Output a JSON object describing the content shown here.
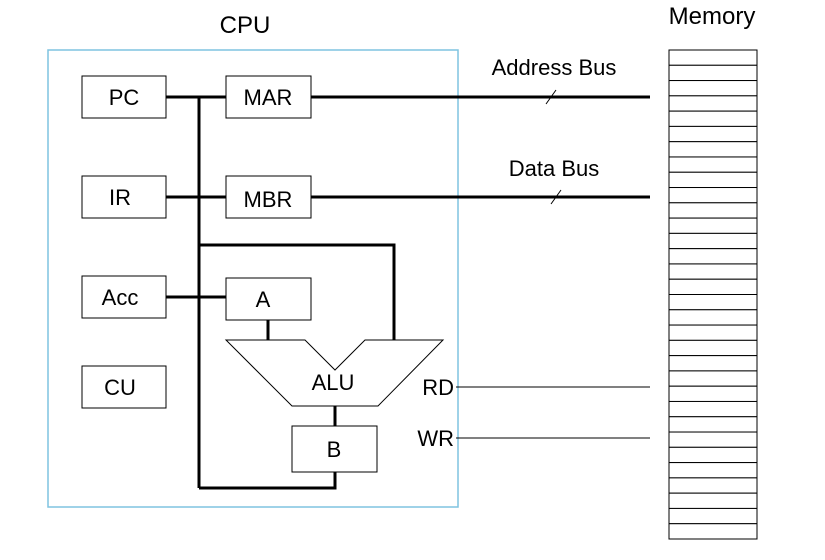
{
  "cpu_label": "CPU",
  "memory_label": "Memory",
  "memory_rows": 32,
  "registers": {
    "pc": "PC",
    "ir": "IR",
    "acc": "Acc",
    "cu": "CU",
    "mar": "MAR",
    "mbr": "MBR",
    "a": "A",
    "b": "B"
  },
  "alu_label": "ALU",
  "buses": {
    "address": "Address Bus",
    "data": "Data Bus"
  },
  "signals": {
    "rd": "RD",
    "wr": "WR"
  },
  "colors": {
    "cpu_border": "#7fc3e0",
    "line": "#000000"
  }
}
